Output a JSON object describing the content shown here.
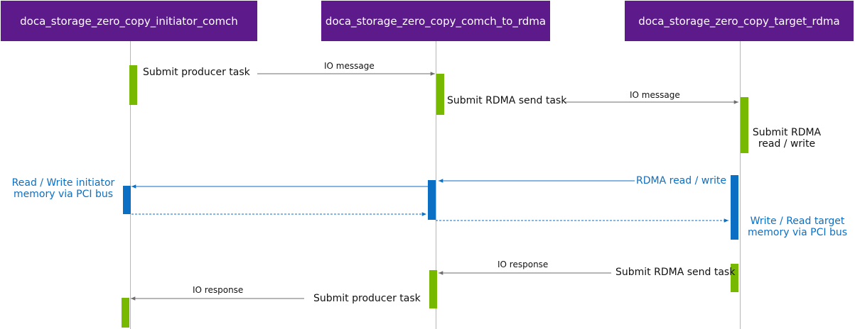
{
  "participants": [
    {
      "name": "doca_storage_zero_copy_initiator_comch"
    },
    {
      "name": "doca_storage_zero_copy_comch_to_rdma"
    },
    {
      "name": "doca_storage_zero_copy_target_rdma"
    }
  ],
  "messages": {
    "io_message_1": "IO message",
    "io_message_2": "IO message",
    "io_response_1": "IO response",
    "io_response_2": "IO response"
  },
  "labels": {
    "submit_producer_task_1": "Submit producer task",
    "submit_rdma_send_task_1": "Submit RDMA send task",
    "submit_rdma_rw_line1": "Submit RDMA",
    "submit_rdma_rw_line2": "read / write",
    "rdma_read_write": "RDMA read / write",
    "initiator_rw_line1": "Read / Write initiator",
    "initiator_rw_line2": "memory via PCI bus",
    "target_rw_line1": "Write / Read target",
    "target_rw_line2": "memory via PCI bus",
    "submit_rdma_send_task_2": "Submit RDMA send task",
    "submit_producer_task_2": "Submit producer task"
  },
  "colors": {
    "header": "#5c1a8a",
    "lifeline": "#9ed36a",
    "activation_green": "#76b900",
    "activation_blue": "#0b6fc4",
    "arrow_gray": "#6e6e6e"
  }
}
